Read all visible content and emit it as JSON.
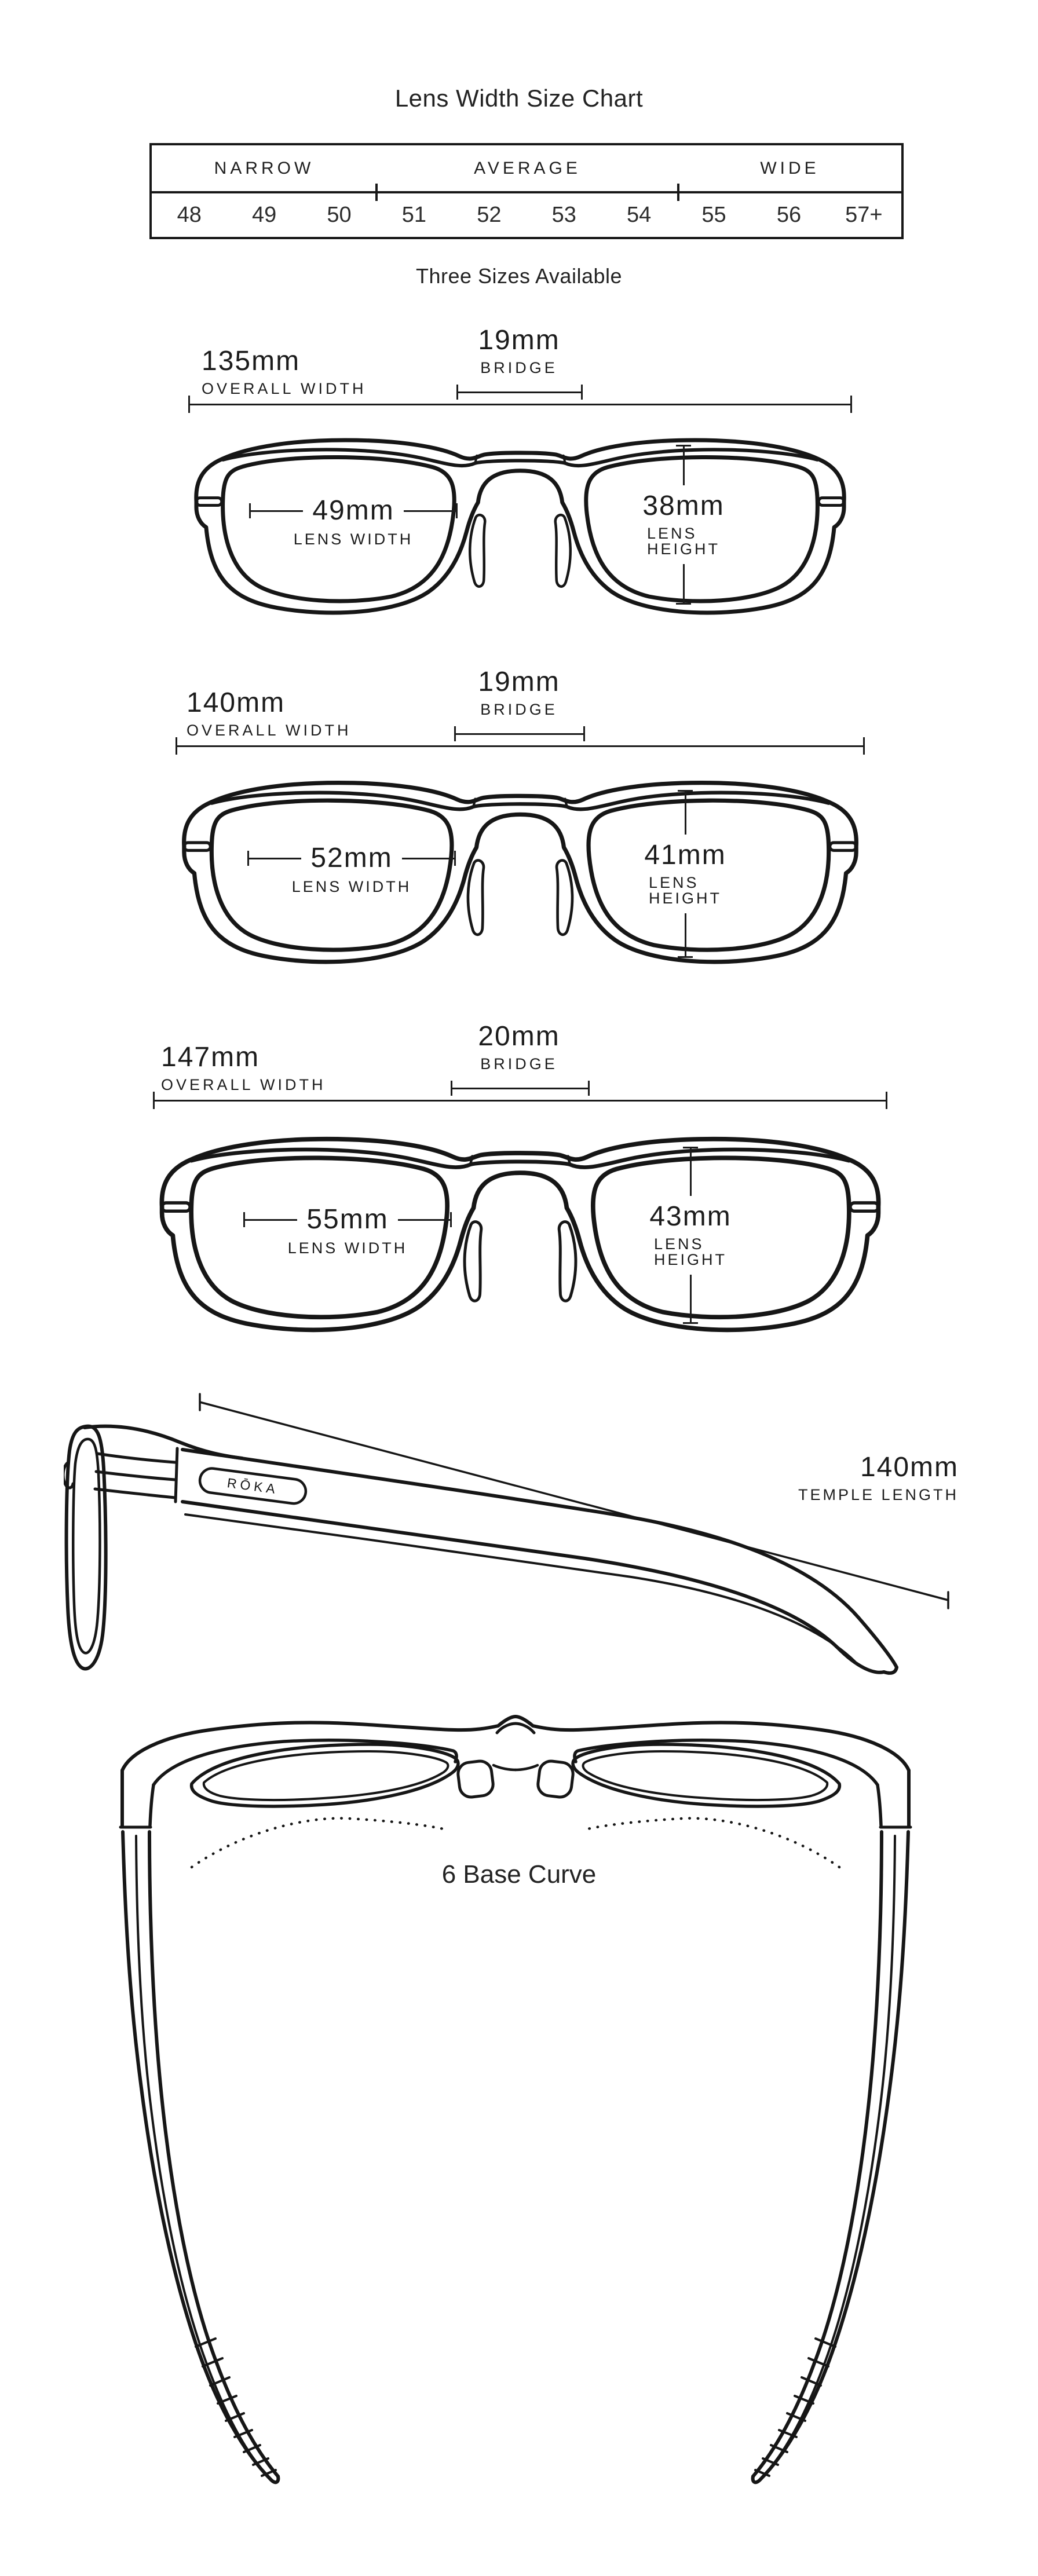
{
  "header": {
    "title": "Lens Width Size Chart"
  },
  "size_chart": {
    "categories": [
      {
        "label": "NARROW"
      },
      {
        "label": "AVERAGE"
      },
      {
        "label": "WIDE"
      }
    ],
    "sizes": [
      "48",
      "49",
      "50",
      "51",
      "52",
      "53",
      "54",
      "55",
      "56",
      "57+"
    ]
  },
  "subtitle": "Three Sizes Available",
  "frames": [
    {
      "overall_width": "135mm",
      "overall_width_label": "OVERALL WIDTH",
      "bridge": "19mm",
      "bridge_label": "BRIDGE",
      "lens_width": "49mm",
      "lens_width_label": "LENS WIDTH",
      "lens_height": "38mm",
      "lens_height_label": "LENS HEIGHT"
    },
    {
      "overall_width": "140mm",
      "overall_width_label": "OVERALL WIDTH",
      "bridge": "19mm",
      "bridge_label": "BRIDGE",
      "lens_width": "52mm",
      "lens_width_label": "LENS WIDTH",
      "lens_height": "41mm",
      "lens_height_label": "LENS HEIGHT"
    },
    {
      "overall_width": "147mm",
      "overall_width_label": "OVERALL WIDTH",
      "bridge": "20mm",
      "bridge_label": "BRIDGE",
      "lens_width": "55mm",
      "lens_width_label": "LENS WIDTH",
      "lens_height": "43mm",
      "lens_height_label": "LENS HEIGHT"
    }
  ],
  "side_view": {
    "temple_length": "140mm",
    "temple_length_label": "TEMPLE LENGTH",
    "brand": "RŌKA"
  },
  "top_view": {
    "base_curve_label": "6 Base Curve"
  },
  "colors": {
    "ink": "#161616",
    "text": "#1d1d1d",
    "background": "#ffffff"
  }
}
